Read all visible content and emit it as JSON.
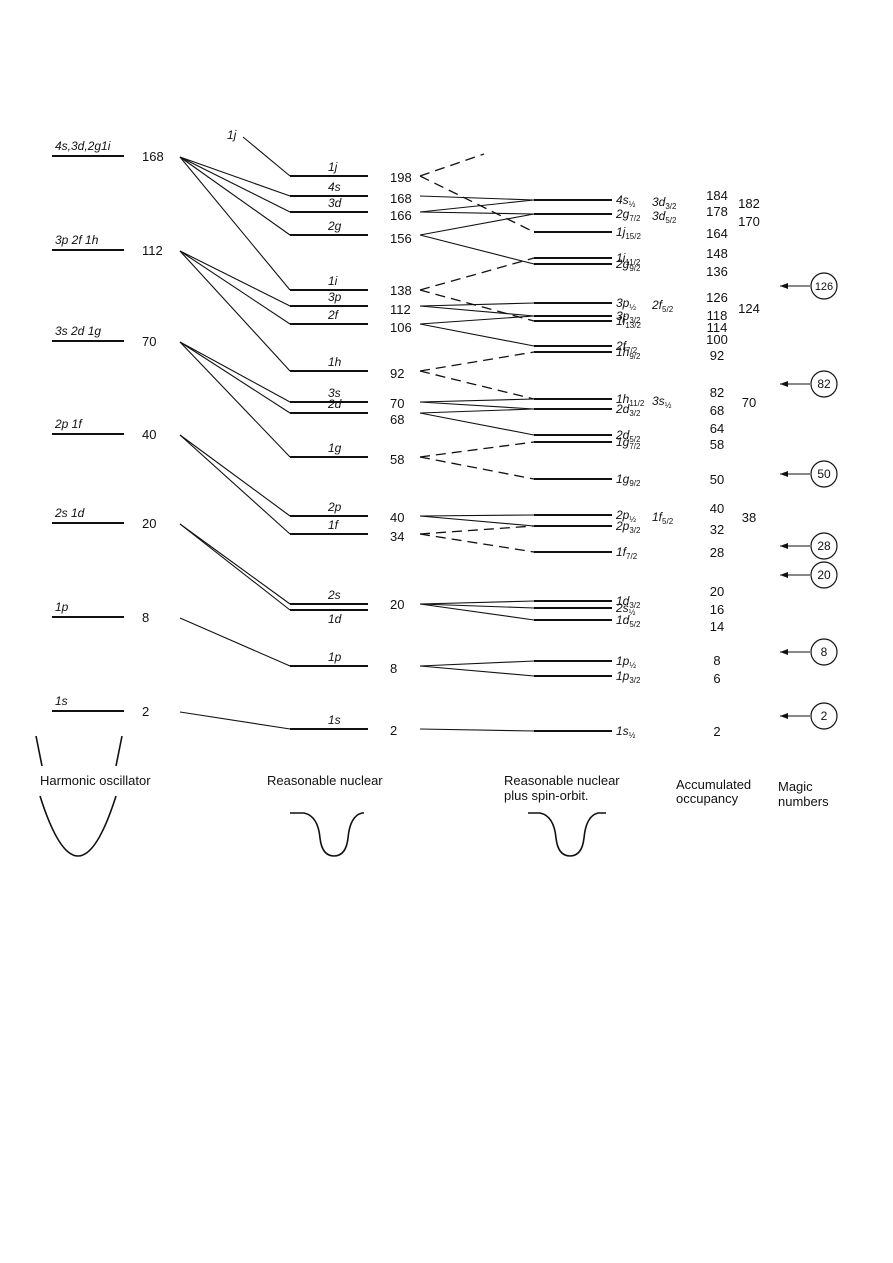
{
  "harmonic": {
    "caption": "Harmonic oscillator",
    "levels": [
      {
        "id": "ho-168",
        "label": "4s,3d,2g1i",
        "count": "168"
      },
      {
        "id": "ho-112",
        "label": "3p 2f 1h",
        "count": "112"
      },
      {
        "id": "ho-70",
        "label": "3s 2d 1g",
        "count": "70"
      },
      {
        "id": "ho-40",
        "label": "2p 1f",
        "count": "40"
      },
      {
        "id": "ho-20",
        "label": "2s 1d",
        "count": "20"
      },
      {
        "id": "ho-8",
        "label": "1p",
        "count": "8"
      },
      {
        "id": "ho-2",
        "label": "1s",
        "count": "2"
      }
    ]
  },
  "nuclear": {
    "caption": "Reasonable nuclear",
    "intruder_label": "1j",
    "levels": [
      {
        "id": "rn-1j",
        "label": "1j",
        "count": "198"
      },
      {
        "id": "rn-4s",
        "label": "4s",
        "count": "168"
      },
      {
        "id": "rn-3d",
        "label": "3d",
        "count": "166"
      },
      {
        "id": "rn-2g",
        "label": "2g",
        "count": "156"
      },
      {
        "id": "rn-1i",
        "label": "1i",
        "count": "138"
      },
      {
        "id": "rn-3p",
        "label": "3p",
        "count": "112"
      },
      {
        "id": "rn-2f",
        "label": "2f",
        "count": "106"
      },
      {
        "id": "rn-1h",
        "label": "1h",
        "count": "92"
      },
      {
        "id": "rn-3s",
        "label": "3s",
        "count": "70"
      },
      {
        "id": "rn-2d",
        "label": "2d",
        "count": "68"
      },
      {
        "id": "rn-1g",
        "label": "1g",
        "count": "58"
      },
      {
        "id": "rn-2p",
        "label": "2p",
        "count": "40"
      },
      {
        "id": "rn-1f",
        "label": "1f",
        "count": "34"
      },
      {
        "id": "rn-2s",
        "label": "2s",
        "count": "20"
      },
      {
        "id": "rn-1d",
        "label": "1d",
        "count": ""
      },
      {
        "id": "rn-1p",
        "label": "1p",
        "count": "8"
      },
      {
        "id": "rn-1s",
        "label": "1s",
        "count": "2"
      }
    ]
  },
  "spin_orbit": {
    "caption_line1": "Reasonable nuclear",
    "caption_line2": "plus spin-orbit.",
    "levels": [
      {
        "id": "so-4s12",
        "orb": "4s",
        "j": "½",
        "extra": "3d",
        "extra_j": "3/2"
      },
      {
        "id": "so-2g72",
        "orb": "2g",
        "j": "7/2",
        "extra": "3d",
        "extra_j": "5/2"
      },
      {
        "id": "so-1j152",
        "orb": "1j",
        "j": "15/2"
      },
      {
        "id": "so-1i112",
        "orb": "1i",
        "j": "11/2"
      },
      {
        "id": "so-2g92",
        "orb": "2g",
        "j": "9/2"
      },
      {
        "id": "so-3p12",
        "orb": "3p",
        "j": "½",
        "extra": "2f",
        "extra_j": "5/2"
      },
      {
        "id": "so-3p32",
        "orb": "3p",
        "j": "3/2"
      },
      {
        "id": "so-1i132",
        "orb": "1i",
        "j": "13/2"
      },
      {
        "id": "so-2f72",
        "orb": "2f",
        "j": "7/2"
      },
      {
        "id": "so-1h92",
        "orb": "1h",
        "j": "9/2"
      },
      {
        "id": "so-1h112",
        "orb": "1h",
        "j": "11/2",
        "extra": "3s",
        "extra_j": "½"
      },
      {
        "id": "so-2d32",
        "orb": "2d",
        "j": "3/2"
      },
      {
        "id": "so-2d52",
        "orb": "2d",
        "j": "5/2"
      },
      {
        "id": "so-1g72",
        "orb": "1g",
        "j": "7/2"
      },
      {
        "id": "so-1g92",
        "orb": "1g",
        "j": "9/2"
      },
      {
        "id": "so-2p12",
        "orb": "2p",
        "j": "½",
        "extra": "1f",
        "extra_j": "5/2"
      },
      {
        "id": "so-2p32",
        "orb": "2p",
        "j": "3/2"
      },
      {
        "id": "so-1f72",
        "orb": "1f",
        "j": "7/2"
      },
      {
        "id": "so-1d32",
        "orb": "1d",
        "j": "3/2"
      },
      {
        "id": "so-2s12",
        "orb": "2s",
        "j": "½"
      },
      {
        "id": "so-1d52",
        "orb": "1d",
        "j": "5/2"
      },
      {
        "id": "so-1p12",
        "orb": "1p",
        "j": "½"
      },
      {
        "id": "so-1p32",
        "orb": "1p",
        "j": "3/2"
      },
      {
        "id": "so-1s12",
        "orb": "1s",
        "j": "½"
      }
    ]
  },
  "occupancy": {
    "caption_line1": "Accumulated",
    "caption_line2": "occupancy",
    "values": [
      "184",
      "178",
      "164",
      "148",
      "136",
      "126",
      "118",
      "114",
      "100",
      "92",
      "82",
      "68",
      "64",
      "58",
      "50",
      "40",
      "32",
      "28",
      "20",
      "16",
      "14",
      "8",
      "6",
      "2"
    ],
    "side_values": [
      "182",
      "170",
      "124",
      "70",
      "38"
    ]
  },
  "magic": {
    "caption_line1": "Magic",
    "caption_line2": "numbers",
    "values": [
      "126",
      "82",
      "50",
      "28",
      "20",
      "8",
      "2"
    ]
  }
}
